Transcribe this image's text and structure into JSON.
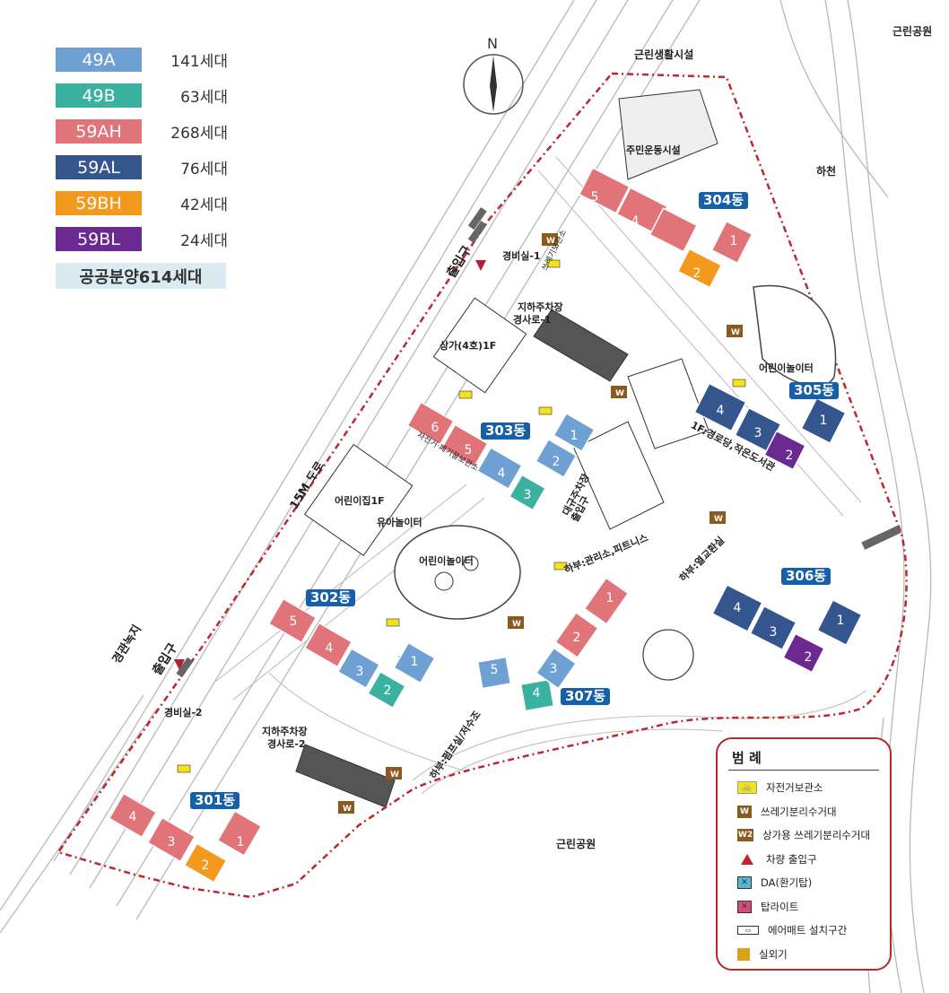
{
  "unit_legend": [
    {
      "type": "49A",
      "count": "141세대",
      "color": "#6fa0d4"
    },
    {
      "type": "49B",
      "count": "63세대",
      "color": "#3bb1a0"
    },
    {
      "type": "59AH",
      "count": "268세대",
      "color": "#e07479"
    },
    {
      "type": "59AL",
      "count": "76세대",
      "color": "#34558e"
    },
    {
      "type": "59BH",
      "count": "42세대",
      "color": "#f39a1e"
    },
    {
      "type": "59BL",
      "count": "24세대",
      "color": "#6a2a91"
    }
  ],
  "total_label": "공공분양614세대",
  "compass": "N",
  "labels": {
    "neighborhood_facility": "근린생활시설",
    "park_top": "근린공원",
    "river": "하천",
    "park_bottom": "근린공원",
    "sports": "주민운동시설",
    "guard1": "경비실-1",
    "garbage_top": "쓰레기보관소",
    "ramp1_a": "지하주차장",
    "ramp1_b": "경사로-1",
    "shop": "상가(4호)1F",
    "daycare": "어린이집1F",
    "toddler_play": "유아놀이터",
    "kids_play_center": "어린이놀이터",
    "kids_play_right": "어린이놀이터",
    "senior": "1F:경로당,작은도서관",
    "parking_entry_a": "대규주차장",
    "parking_entry_b": "출입구",
    "mgmt": "하부:관리소,피트니스",
    "pump": "하부:펌프실/저수조",
    "electric": "하부:열교환실",
    "guard2": "경비실-2",
    "ramp2_a": "지하주차장",
    "ramp2_b": "경사로-2",
    "road": "15M 도로",
    "green": "경관녹지",
    "entrance": "출입구",
    "bike_storage": "자전거·폐기물보관소"
  },
  "buildings": [
    {
      "name": "301동",
      "units": [
        "4",
        "3",
        "2",
        "1"
      ]
    },
    {
      "name": "302동",
      "units": [
        "5",
        "4",
        "3",
        "2",
        "1"
      ]
    },
    {
      "name": "303동",
      "units": [
        "6",
        "5",
        "4",
        "3",
        "2",
        "1"
      ]
    },
    {
      "name": "304동",
      "units": [
        "5",
        "4",
        "3",
        "2",
        "1"
      ]
    },
    {
      "name": "305동",
      "units": [
        "4",
        "3",
        "2",
        "1"
      ]
    },
    {
      "name": "306동",
      "units": [
        "4",
        "3",
        "2",
        "1"
      ]
    },
    {
      "name": "307동",
      "units": [
        "5",
        "4",
        "3",
        "2",
        "1"
      ]
    }
  ],
  "facility_legend": {
    "title": "범 례",
    "items": [
      {
        "icon": "bicycle-icon",
        "label": "자전거보관소",
        "glyph": "🚲"
      },
      {
        "icon": "waste-bin-icon",
        "label": "쓰레기분리수거대",
        "glyph": "W"
      },
      {
        "icon": "commercial-waste-icon",
        "label": "상가용 쓰레기분리수거대",
        "glyph": "W2"
      },
      {
        "icon": "vehicle-entrance-icon",
        "label": "차량 출입구",
        "glyph": ""
      },
      {
        "icon": "ventilation-icon",
        "label": "DA(환기탑)",
        "glyph": "✕"
      },
      {
        "icon": "top-light-icon",
        "label": "탑라이트",
        "glyph": "✕"
      },
      {
        "icon": "air-mat-icon",
        "label": "에어매트 설치구간",
        "glyph": "▭"
      },
      {
        "icon": "outdoor-unit-icon",
        "label": "실외기",
        "glyph": ""
      }
    ]
  }
}
